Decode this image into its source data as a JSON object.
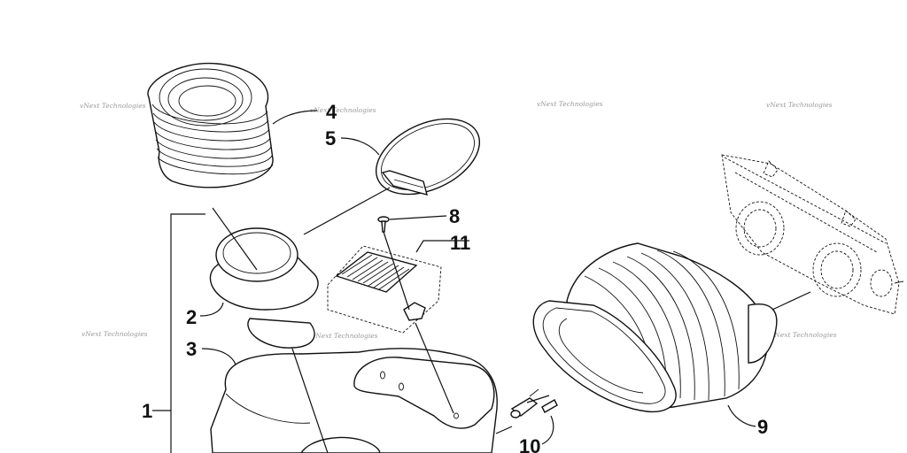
{
  "callouts": [
    "1",
    "2",
    "3",
    "4",
    "5",
    "8",
    "9",
    "10",
    "11"
  ],
  "watermark": "vNext Technologies"
}
